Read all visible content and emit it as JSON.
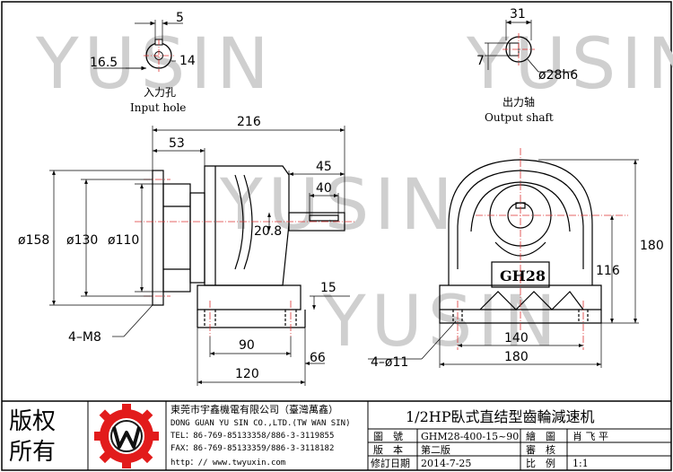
{
  "watermark": {
    "text": "YUSIN"
  },
  "input_hole": {
    "label_cn": "入力孔",
    "label_en": "Input hole",
    "dim_key": "5",
    "dim_bore": "16.5",
    "dim_height": "14"
  },
  "output_shaft": {
    "label_cn": "出力轴",
    "label_en": "Output shaft",
    "dim_width": "31",
    "dim_key": "7",
    "dim_dia": "ø28h6"
  },
  "side_view": {
    "dim_total": "216",
    "dim_flange": "53",
    "dim_shaft_len": "45",
    "dim_shaft_key": "40",
    "dim_shaft_dia": "20.8",
    "dim_d1": "ø158",
    "dim_d2": "ø130",
    "dim_d3": "ø110",
    "dim_foot_h": "15",
    "dim_bolt_sp": "90",
    "dim_base_len": "120",
    "dim_rear": "66",
    "bolt_label": "4–M8"
  },
  "front_view": {
    "dim_height": "180",
    "dim_center": "116",
    "dim_inner": "140",
    "dim_outer": "180",
    "hole_label": "4–ø11",
    "nameplate": "GH28"
  },
  "title_block": {
    "stamp_line1": "版权",
    "stamp_line2": "所有",
    "company_cn": "東莞市宇鑫機電有限公司（臺灣萬鑫）",
    "company_en": "DONG GUAN YU SIN CO.,LTD.(TW WAN SIN)",
    "tel": "TEL：86-769-85133358/886-3-3119855",
    "fax": "FAX：86-769-85133359/886-3-3118182",
    "http": "http：// www.twyuxin.com",
    "title": "1/2HP臥式直结型齒輪減速机",
    "rows": [
      {
        "k1": "圖　號",
        "v1": "GHM28-400-15~90",
        "k2": "繪　圖",
        "v2": "肖 飞 平"
      },
      {
        "k1": "版　本",
        "v1": "第二版",
        "k2": "審　核",
        "v2": ""
      },
      {
        "k1": "修訂日期",
        "v1": "2014-7-25",
        "k2": "比　例",
        "v2": "1:1"
      }
    ]
  }
}
